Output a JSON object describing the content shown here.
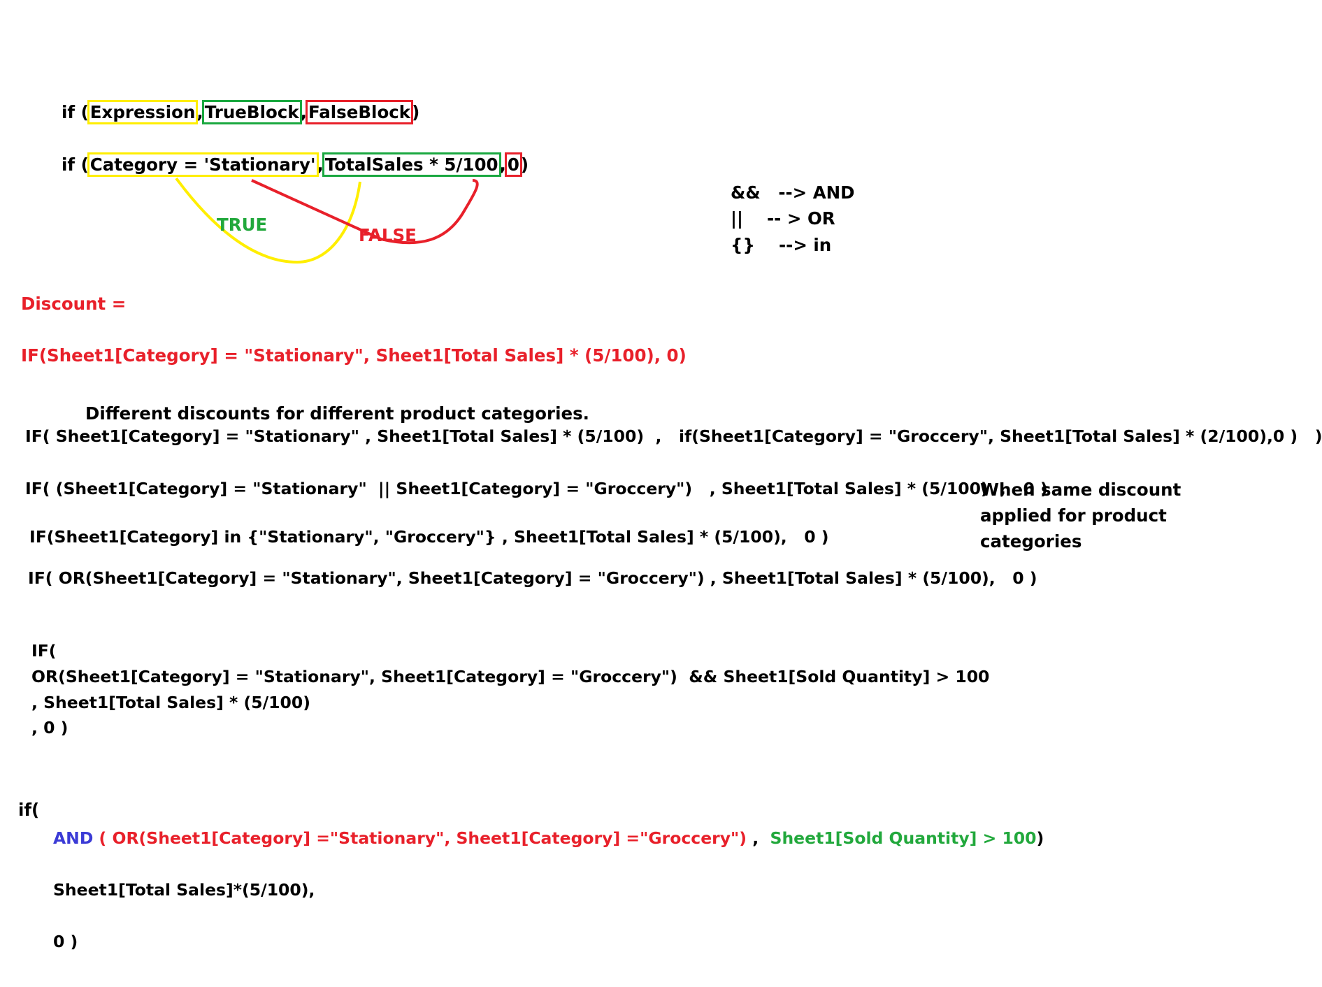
{
  "syntax": {
    "if_kw": "if (",
    "expression": "Expression",
    "sep1": ",",
    "true_block": "TrueBlock",
    "sep2": ",",
    "false_block": "FalseBlock",
    "close": ")"
  },
  "example": {
    "if_kw": "if (",
    "condition": "Category = 'Stationary'",
    "sep1": ",",
    "true_value": "TotalSales * 5/100",
    "sep2": ",",
    "false_value": "0",
    "close": ")",
    "true_label": "TRUE",
    "false_label": "FALSE"
  },
  "operators": {
    "and_line": "&&   --> AND",
    "or_line": "||    -- > OR",
    "in_line": "{}    --> in"
  },
  "discount": {
    "title": "Discount =",
    "formula": "IF(Sheet1[Category] = \"Stationary\", Sheet1[Total Sales] * (5/100), 0)"
  },
  "nested": {
    "heading": "Different discounts for different product categories.",
    "formula": "IF( Sheet1[Category] = \"Stationary\" , Sheet1[Total Sales] * (5/100)  ,   if(Sheet1[Category] = \"Groccery\", Sheet1[Total Sales] * (2/100),0 )   )"
  },
  "same_discount": {
    "pipe_formula": "IF( (Sheet1[Category] = \"Stationary\"  || Sheet1[Category] = \"Groccery\")   , Sheet1[Total Sales] * (5/100)  ,   0 )",
    "in_formula": "IF(Sheet1[Category] in {\"Stationary\", \"Groccery\"} , Sheet1[Total Sales] * (5/100),   0 )",
    "or_formula": "IF( OR(Sheet1[Category] = \"Stationary\", Sheet1[Category] = \"Groccery\") , Sheet1[Total Sales] * (5/100),   0 )",
    "note_line1": "When same discount",
    "note_line2": "applied for product",
    "note_line3": "categories"
  },
  "multiline": {
    "line1": "IF(",
    "line2": "OR(Sheet1[Category] = \"Stationary\", Sheet1[Category] = \"Groccery\")  && Sheet1[Sold Quantity] > 100",
    "line3": ", Sheet1[Total Sales] * (5/100)",
    "line4": ", 0 )"
  },
  "and_block": {
    "if_kw": "if(",
    "and_kw": "AND",
    "open_paren": " ( ",
    "or_part": "OR(Sheet1[Category] =\"Stationary\", Sheet1[Category] =\"Groccery\")",
    "comma": " ,  ",
    "qty_part": "Sheet1[Sold Quantity] > 100",
    "close_paren": ")",
    "true_line": "Sheet1[Total Sales]*(5/100),",
    "false_line": "0 )"
  },
  "colors": {
    "yellow": "#ffee00",
    "green": "#1aa840",
    "red": "#e8202a",
    "blue": "#3b3bd6"
  }
}
